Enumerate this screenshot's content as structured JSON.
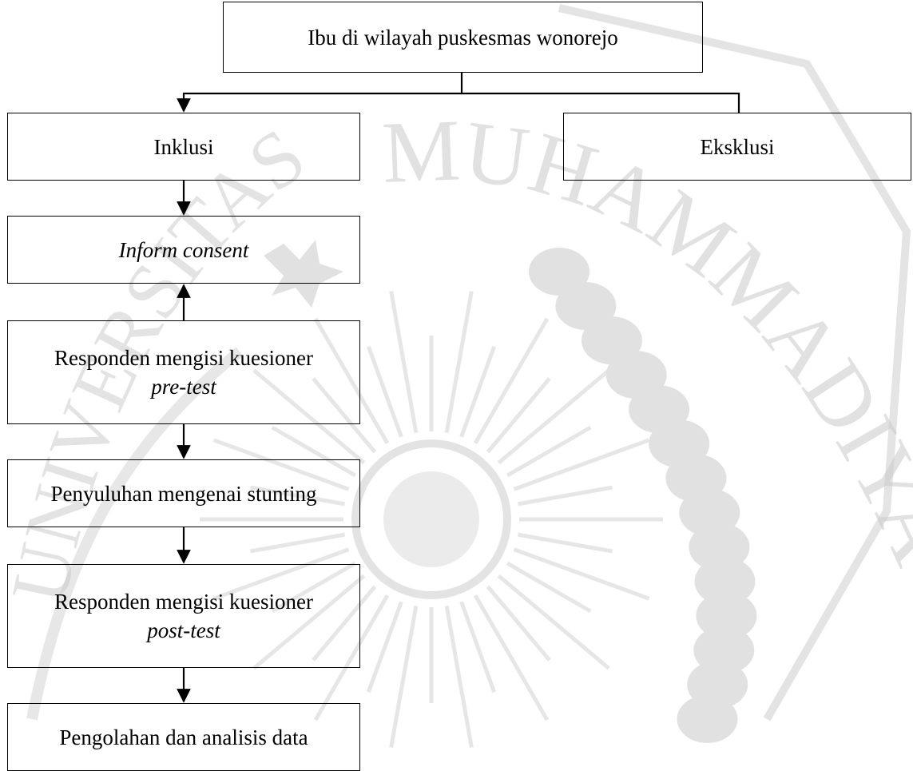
{
  "watermark": {
    "arc_text": "MUHAMMADIYAH",
    "left_text": "UNIVERSITAS",
    "color": "#c9c9c9"
  },
  "nodes": {
    "root": {
      "label": "Ibu di wilayah puskesmas wonorejo"
    },
    "inklusi": {
      "label": "Inklusi"
    },
    "eksklusi": {
      "label": "Eksklusi"
    },
    "consent": {
      "label": "Inform consent"
    },
    "pretest": {
      "line1": "Responden mengisi kuesioner",
      "line2": "pre-test"
    },
    "penyuluhan": {
      "label": "Penyuluhan mengenai stunting"
    },
    "posttest": {
      "line1": "Responden mengisi kuesioner",
      "line2": "post-test"
    },
    "analisis": {
      "label": "Pengolahan dan analisis data"
    }
  },
  "edges": [
    {
      "from": "root",
      "to": "inklusi",
      "arrow": "to"
    },
    {
      "from": "root",
      "to": "eksklusi",
      "arrow": "none"
    },
    {
      "from": "inklusi",
      "to": "consent",
      "arrow": "to"
    },
    {
      "from": "pretest",
      "to": "consent",
      "arrow": "to"
    },
    {
      "from": "pretest",
      "to": "penyuluhan",
      "arrow": "to"
    },
    {
      "from": "penyuluhan",
      "to": "posttest",
      "arrow": "to"
    },
    {
      "from": "posttest",
      "to": "analisis",
      "arrow": "to"
    }
  ]
}
